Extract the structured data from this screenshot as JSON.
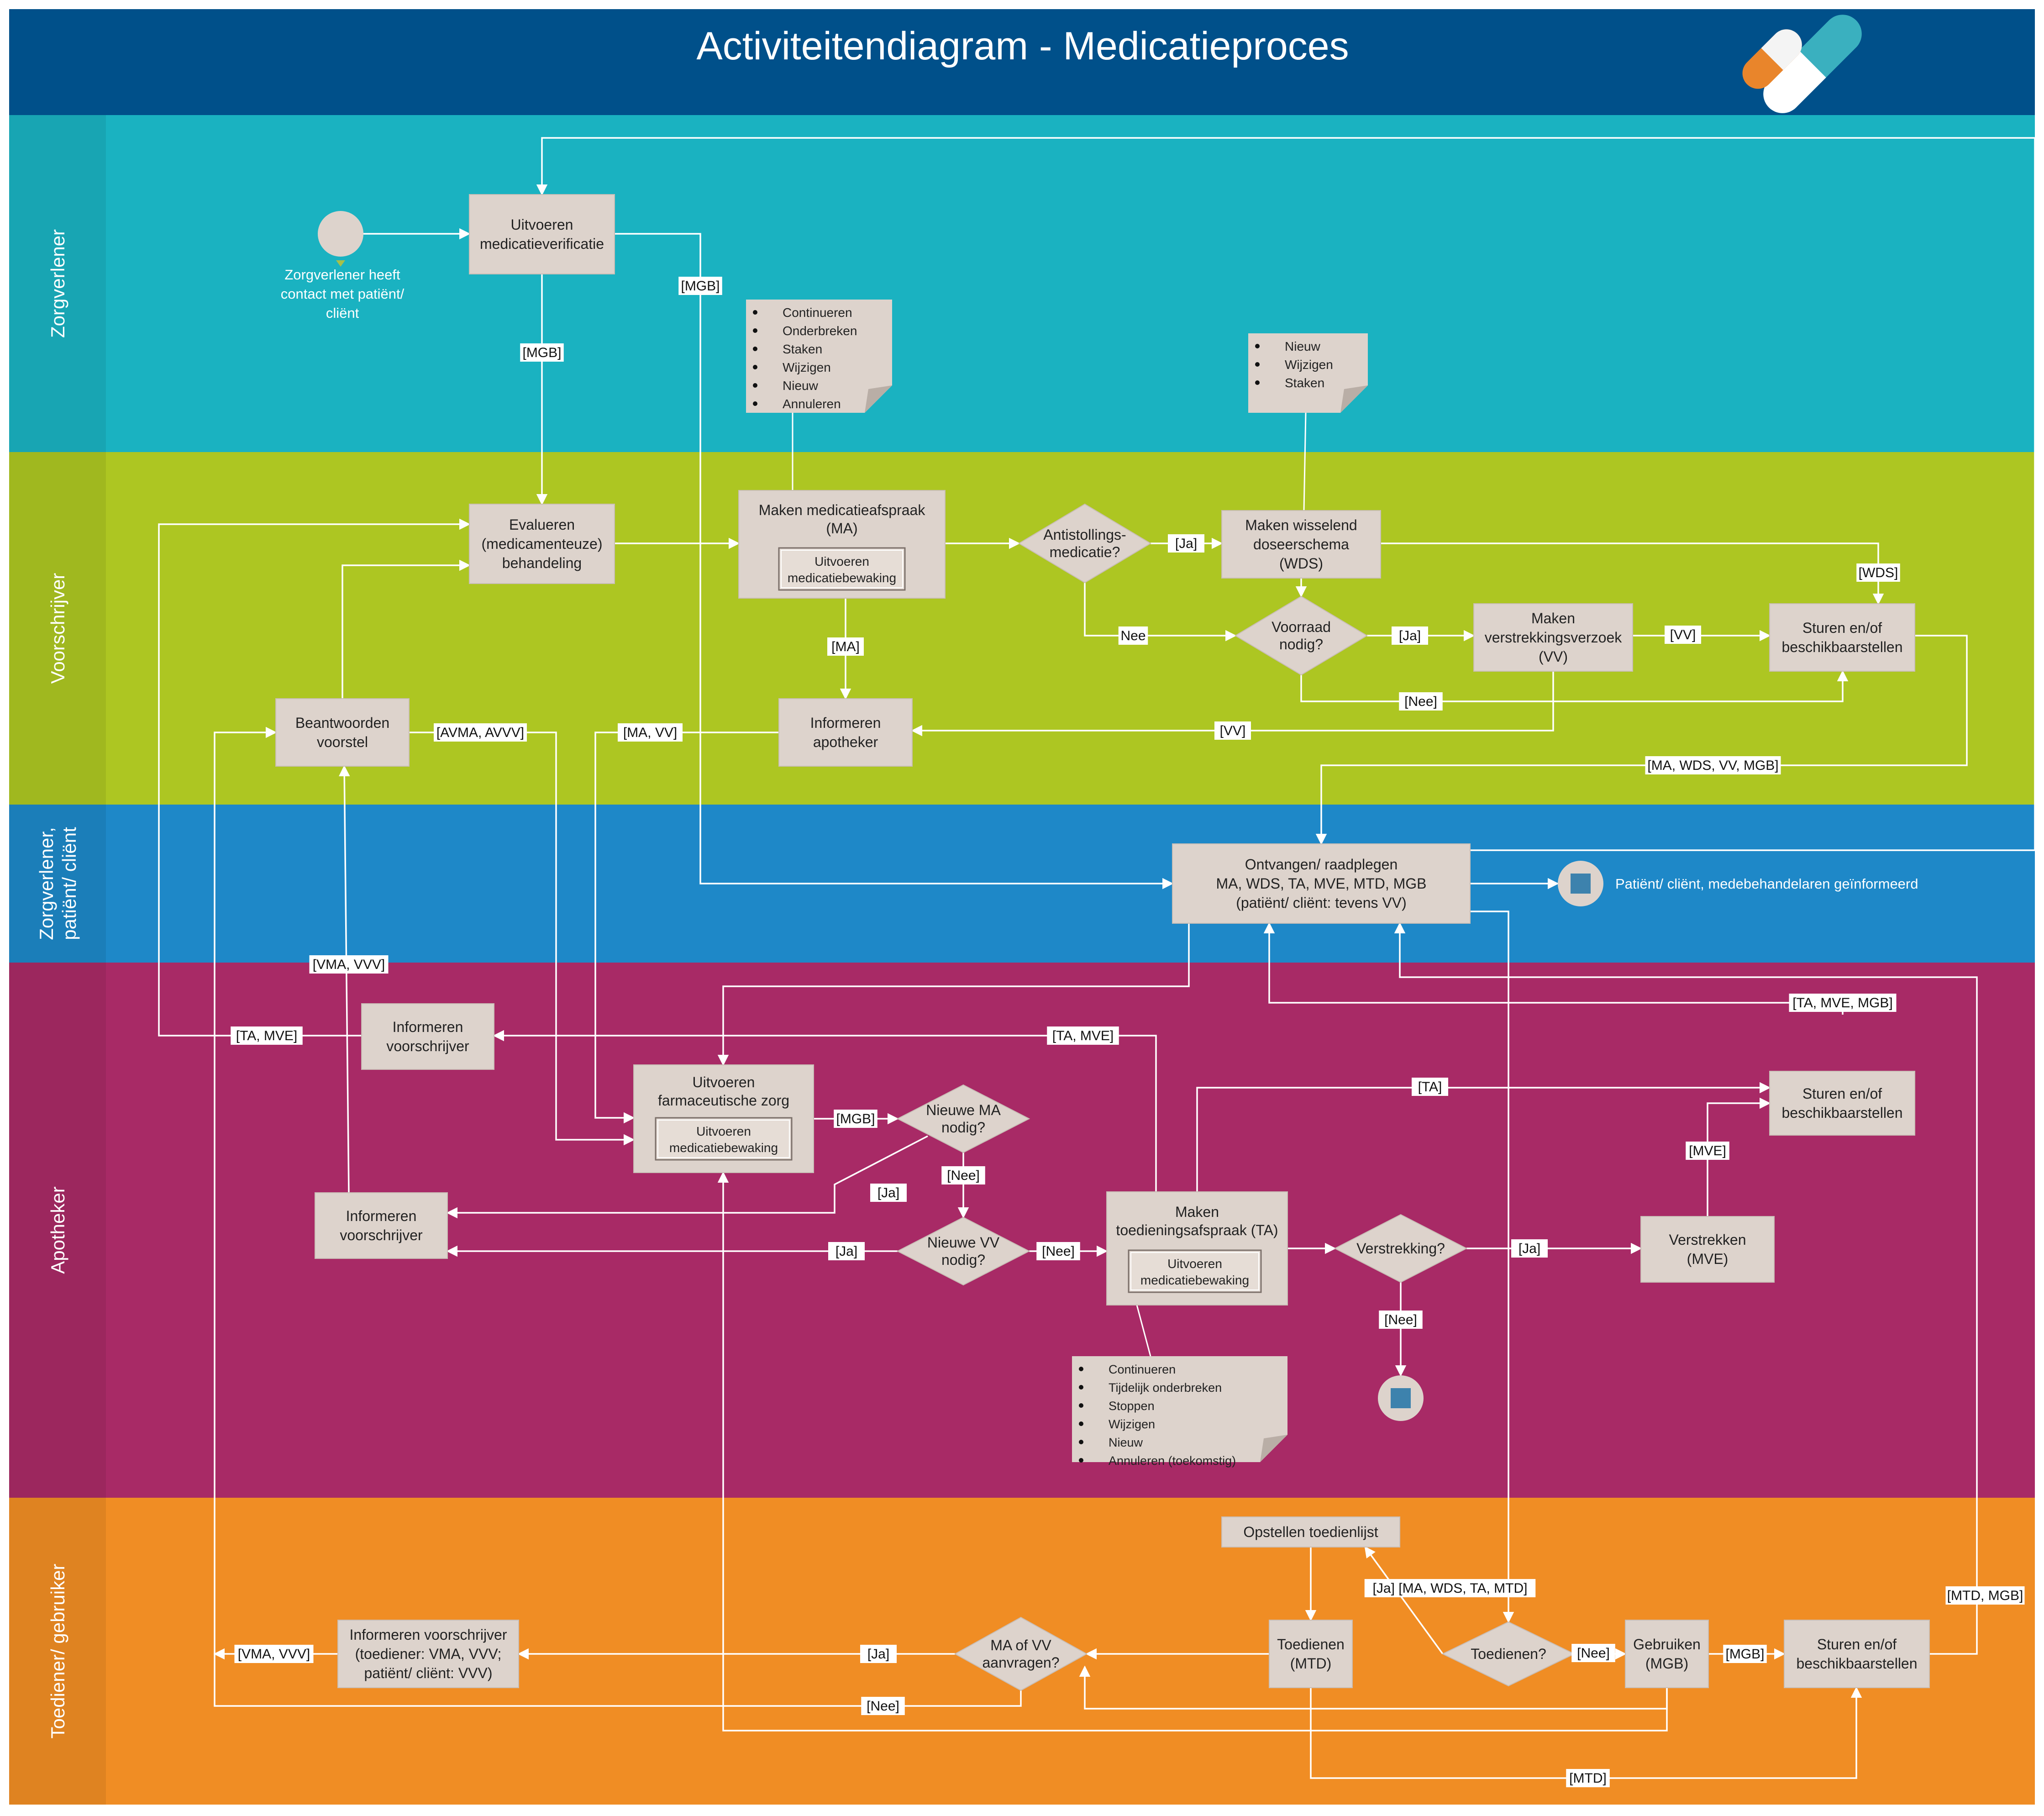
{
  "title": "Activiteitendiagram - Medicatieproces",
  "colors": {
    "header": "#00508a",
    "lane_zorgverlener": "#1ab2c1",
    "lane_voorschrijver": "#adc622",
    "lane_zorgverlener_patient": "#1e88c8",
    "lane_apotheker": "#a82a66",
    "lane_toediener": "#f08d24",
    "node_fill": "#ddd3cc",
    "end_marker": "#3d82ad"
  },
  "lanes": [
    {
      "id": "zorgverlener",
      "label": [
        "Zorgverlener"
      ]
    },
    {
      "id": "voorschrijver",
      "label": [
        "Voorschrijver"
      ]
    },
    {
      "id": "zorgverlener_patient",
      "label": [
        "Zorgverlener,",
        "patiënt/ cliënt"
      ]
    },
    {
      "id": "apotheker",
      "label": [
        "Apotheker"
      ]
    },
    {
      "id": "toediener",
      "label": [
        "Toediener/ gebruiker"
      ]
    }
  ],
  "nodes": [
    {
      "id": "start",
      "type": "start",
      "label": []
    },
    {
      "id": "start_note",
      "type": "text",
      "label": [
        "Zorgverlener heeft",
        "contact met patiënt/",
        "cliënt"
      ]
    },
    {
      "id": "uitv_medverif",
      "type": "action",
      "label": [
        "Uitvoeren",
        "medicatieverificatie"
      ]
    },
    {
      "id": "evalueren",
      "type": "action",
      "label": [
        "Evalueren",
        "(medicamenteuze)",
        "behandeling"
      ]
    },
    {
      "id": "maken_ma",
      "type": "action",
      "label": [
        "Maken medicatieafspraak",
        "(MA)"
      ],
      "sub": [
        "Uitvoeren",
        "medicatiebewaking"
      ]
    },
    {
      "id": "antistolling",
      "type": "decision",
      "label": [
        "Antistollings-",
        "medicatie?"
      ]
    },
    {
      "id": "maken_wds",
      "type": "action",
      "label": [
        "Maken wisselend",
        "doseerschema",
        "(WDS)"
      ]
    },
    {
      "id": "voorraad",
      "type": "decision",
      "label": [
        "Voorraad",
        "nodig?"
      ]
    },
    {
      "id": "maken_vv",
      "type": "action",
      "label": [
        "Maken",
        "verstrekkingsverzoek",
        "(VV)"
      ]
    },
    {
      "id": "sturen_v",
      "type": "action",
      "label": [
        "Sturen en/of",
        "beschikbaarstellen"
      ]
    },
    {
      "id": "beantwoorden",
      "type": "action",
      "label": [
        "Beantwoorden",
        "voorstel"
      ]
    },
    {
      "id": "inform_apotheker",
      "type": "action",
      "label": [
        "Informeren",
        "apotheker"
      ]
    },
    {
      "id": "ontvangen",
      "type": "action",
      "label": [
        "Ontvangen/ raadplegen",
        "MA, WDS, TA, MVE, MTD, MGB",
        "(patiënt/ cliënt: tevens VV)"
      ]
    },
    {
      "id": "end1",
      "type": "end",
      "label": []
    },
    {
      "id": "end1_note",
      "type": "text",
      "label": [
        "Patiënt/ cliënt, medebehandelaren geïnformeerd"
      ]
    },
    {
      "id": "inform_vs1",
      "type": "action",
      "label": [
        "Informeren",
        "voorschrijver"
      ]
    },
    {
      "id": "uitv_farm",
      "type": "action",
      "label": [
        "Uitvoeren",
        "farmaceutische zorg"
      ],
      "sub": [
        "Uitvoeren",
        "medicatiebewaking"
      ]
    },
    {
      "id": "nieuwe_ma",
      "type": "decision",
      "label": [
        "Nieuwe MA",
        "nodig?"
      ]
    },
    {
      "id": "inform_vs2",
      "type": "action",
      "label": [
        "Informeren",
        "voorschrijver"
      ]
    },
    {
      "id": "nieuwe_vv",
      "type": "decision",
      "label": [
        "Nieuwe VV",
        "nodig?"
      ]
    },
    {
      "id": "maken_ta",
      "type": "action",
      "label": [
        "Maken",
        "toedieningsafspraak (TA)"
      ],
      "sub": [
        "Uitvoeren",
        "medicatiebewaking"
      ]
    },
    {
      "id": "verstrekking",
      "type": "decision",
      "label": [
        "Verstrekking?"
      ]
    },
    {
      "id": "verstrekken",
      "type": "action",
      "label": [
        "Verstrekken",
        "(MVE)"
      ]
    },
    {
      "id": "sturen_a",
      "type": "action",
      "label": [
        "Sturen en/of",
        "beschikbaarstellen"
      ]
    },
    {
      "id": "end2",
      "type": "end",
      "label": []
    },
    {
      "id": "opstellen",
      "type": "action",
      "label": [
        "Opstellen toedienlijst"
      ]
    },
    {
      "id": "toedienen",
      "type": "action",
      "label": [
        "Toedienen",
        "(MTD)"
      ]
    },
    {
      "id": "toedienen_q",
      "type": "decision",
      "label": [
        "Toedienen?"
      ]
    },
    {
      "id": "gebruiken",
      "type": "action",
      "label": [
        "Gebruiken",
        "(MGB)"
      ]
    },
    {
      "id": "sturen_t",
      "type": "action",
      "label": [
        "Sturen en/of",
        "beschikbaarstellen"
      ]
    },
    {
      "id": "ma_vv_q",
      "type": "decision",
      "label": [
        "MA of VV",
        "aanvragen?"
      ]
    },
    {
      "id": "inform_vs3",
      "type": "action",
      "label": [
        "Informeren voorschrijver",
        "(toediener: VMA, VVV;",
        "patiënt/ cliënt: VVV)"
      ]
    }
  ],
  "notes": [
    {
      "id": "note_ma",
      "items": [
        "Continueren",
        "Onderbreken",
        "Staken",
        "Wijzigen",
        "Nieuw",
        "Annuleren"
      ]
    },
    {
      "id": "note_wds",
      "items": [
        "Nieuw",
        "Wijzigen",
        "Staken"
      ]
    },
    {
      "id": "note_ta",
      "items": [
        "Continueren",
        "Tijdelijk onderbreken",
        "Stoppen",
        "Wijzigen",
        "Nieuw",
        "Annuleren (toekomstig)"
      ]
    }
  ],
  "edges": [
    {
      "from": "start",
      "to": "uitv_medverif"
    },
    {
      "from": "uitv_medverif",
      "to": "evalueren",
      "label": "[MGB]"
    },
    {
      "from": "uitv_medverif",
      "to": "ontvangen",
      "label": "[MGB]"
    },
    {
      "from": "evalueren",
      "to": "maken_ma"
    },
    {
      "from": "maken_ma",
      "to": "antistolling"
    },
    {
      "from": "maken_ma",
      "to": "inform_apotheker",
      "label": "[MA]"
    },
    {
      "from": "antistolling",
      "to": "maken_wds",
      "label": "[Ja]"
    },
    {
      "from": "antistolling",
      "to": "voorraad",
      "label": "Nee"
    },
    {
      "from": "maken_wds",
      "to": "voorraad"
    },
    {
      "from": "maken_wds",
      "to": "sturen_v",
      "label": "[WDS]"
    },
    {
      "from": "voorraad",
      "to": "maken_vv",
      "label": "[Ja]"
    },
    {
      "from": "voorraad",
      "to": "sturen_v",
      "label": "[Nee]"
    },
    {
      "from": "maken_vv",
      "to": "sturen_v",
      "label": "[VV]"
    },
    {
      "from": "maken_vv",
      "to": "inform_apotheker",
      "label": "[VV]"
    },
    {
      "from": "sturen_v",
      "to": "ontvangen",
      "label": "[MA, WDS, VV, MGB]"
    },
    {
      "from": "beantwoorden",
      "to": "evalueren"
    },
    {
      "from": "beantwoorden",
      "to": "uitv_farm",
      "label": "[AVMA, AVVV]"
    },
    {
      "from": "inform_apotheker",
      "to": "uitv_farm",
      "label": "[MA, VV]"
    },
    {
      "from": "ontvangen",
      "to": "end1"
    },
    {
      "from": "ontvangen",
      "to": "uitv_farm"
    },
    {
      "from": "ontvangen",
      "to": "uitv_medverif"
    },
    {
      "from": "ontvangen",
      "to": "toedienen_q"
    },
    {
      "from": "inform_vs1",
      "to": "evalueren",
      "label": "[TA, MVE]"
    },
    {
      "from": "maken_ta",
      "to": "inform_vs1",
      "label": "[TA, MVE]"
    },
    {
      "from": "inform_vs2",
      "to": "beantwoorden",
      "label": "[VMA, VVV]"
    },
    {
      "from": "uitv_farm",
      "to": "nieuwe_ma",
      "label": "[MGB]"
    },
    {
      "from": "nieuwe_ma",
      "to": "inform_vs2",
      "label": "[Ja]"
    },
    {
      "from": "nieuwe_ma",
      "to": "nieuwe_vv",
      "label": "[Nee]"
    },
    {
      "from": "nieuwe_vv",
      "to": "inform_vs2",
      "label": "[Ja]"
    },
    {
      "from": "nieuwe_vv",
      "to": "maken_ta",
      "label": "[Nee]"
    },
    {
      "from": "maken_ta",
      "to": "verstrekking"
    },
    {
      "from": "maken_ta",
      "to": "sturen_a",
      "label": "[TA]"
    },
    {
      "from": "verstrekking",
      "to": "verstrekken",
      "label": "[Ja]"
    },
    {
      "from": "verstrekking",
      "to": "end2",
      "label": "[Nee]"
    },
    {
      "from": "verstrekken",
      "to": "sturen_a",
      "label": "[MVE]"
    },
    {
      "from": "sturen_a",
      "to": "ontvangen",
      "label": "[TA, MVE, MGB]"
    },
    {
      "from": "opstellen",
      "to": "toedienen"
    },
    {
      "from": "toedienen_q",
      "to": "opstellen",
      "label": "[Ja] [MA, WDS, TA, MTD]"
    },
    {
      "from": "toedienen_q",
      "to": "gebruiken",
      "label": "[Nee]"
    },
    {
      "from": "gebruiken",
      "to": "sturen_t",
      "label": "[MGB]"
    },
    {
      "from": "gebruiken",
      "to": "ma_vv_q"
    },
    {
      "from": "gebruiken",
      "to": "uitv_farm"
    },
    {
      "from": "toedienen",
      "to": "ma_vv_q"
    },
    {
      "from": "toedienen",
      "to": "sturen_t",
      "label": "[MTD]"
    },
    {
      "from": "ma_vv_q",
      "to": "inform_vs3",
      "label": "[Ja]"
    },
    {
      "from": "ma_vv_q",
      "to": "beantwoorden",
      "label": "[Nee]"
    },
    {
      "from": "inform_vs3",
      "to": "beantwoorden",
      "label": "[VMA, VVV]"
    },
    {
      "from": "sturen_t",
      "to": "ontvangen",
      "label": "[MTD, MGB]"
    }
  ]
}
